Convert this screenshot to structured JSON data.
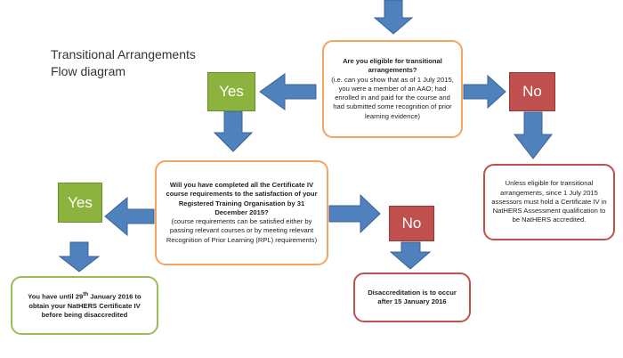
{
  "title": {
    "line1": "Transitional Arrangements",
    "line2": "Flow diagram"
  },
  "colors": {
    "arrow": "#4f81bd",
    "yes": "#8db33f",
    "no": "#c0504d",
    "decision_border": "#f4a460",
    "outcome_no_border": "#c0504d",
    "outcome_yes_border": "#9bbb59"
  },
  "q1": {
    "heading": "Are you eligible for transitional arrangements?",
    "body": "(i.e. can you show that as of 1 July 2015, you were a member of an AAO; had enrolled in and paid for the course and had submitted some recognition of prior learning evidence)"
  },
  "q1_yes": "Yes",
  "q1_no": "No",
  "no_outcome": "Unless eligible for transitional arrangements, since 1 July 2015 assessors must hold a Certificate IV in NatHERS Assessment qualification to be NatHERS accredited.",
  "q2": {
    "heading": "Will you have completed all the Certificate IV course requirements to the satisfaction of your Registered Training Organisation by 31 December 2015?",
    "body": "(course requirements can be satisfied either by passing relevant courses or by meeting relevant Recognition of Prior Learning (RPL) requirements)"
  },
  "q2_yes": "Yes",
  "q2_no": "No",
  "yes_outcome": {
    "pre": "You have until 29",
    "sup": "th",
    "post": " January 2016 to obtain your NatHERS Certificate IV before being disaccredited"
  },
  "no2_outcome": "Disaccreditation is to occur after 15 January 2016"
}
